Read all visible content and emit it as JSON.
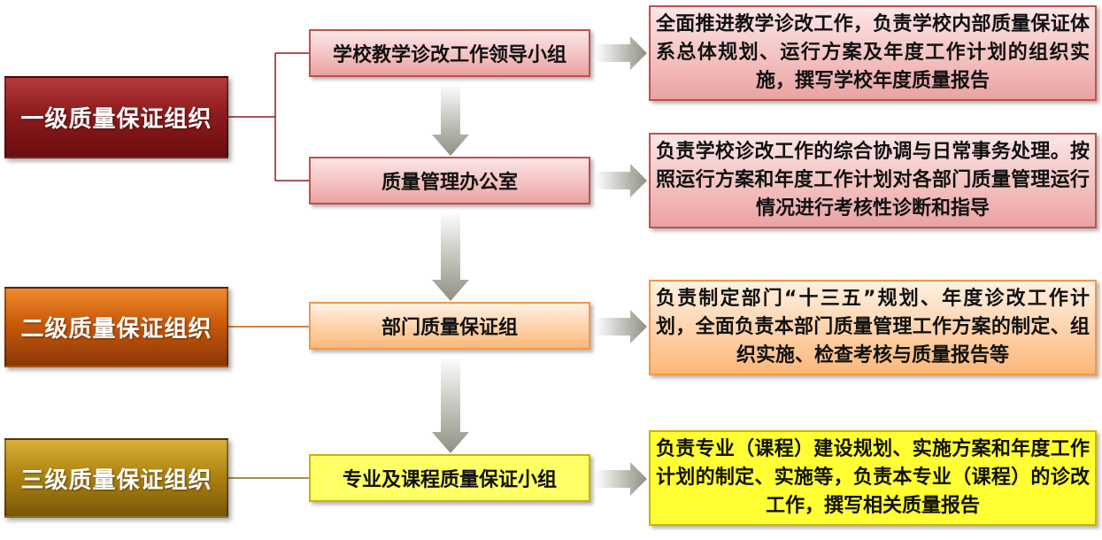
{
  "levels": [
    {
      "label": "一级质量保证组织"
    },
    {
      "label": "二级质量保证组织"
    },
    {
      "label": "三级质量保证组织"
    }
  ],
  "units": [
    {
      "label": "学校教学诊改工作领导小组"
    },
    {
      "label": "质量管理办公室"
    },
    {
      "label": "部门质量保证组"
    },
    {
      "label": "专业及课程质量保证小组"
    }
  ],
  "descriptions": [
    {
      "text": "全面推进教学诊改工作，负责学校内部质量保证体系总体规划、运行方案及年度工作计划的组织实施，撰写学校年度质量报告"
    },
    {
      "text": "负责学校诊改工作的综合协调与日常事务处理。按照运行方案和年度工作计划对各部门质量管理运行情况进行考核性诊断和指导"
    },
    {
      "text": "负责制定部门“十三五”规划、年度诊改工作计划，全面负责本部门质量管理工作方案的制定、组织实施、检查考核与质量报告等"
    },
    {
      "text": "负责专业（课程）建设规划、实施方案和年度工作计划的制定、实施等，负责本专业（课程）的诊改工作，撰写相关质量报告"
    }
  ],
  "colors": {
    "level1": "#8e1b1d",
    "level2": "#c95a0b",
    "level3": "#b08412",
    "red_border": "#c0504d",
    "orange_border": "#f79646",
    "yellow_fill": "#ffff33",
    "arrow": "#a6a6a6"
  }
}
